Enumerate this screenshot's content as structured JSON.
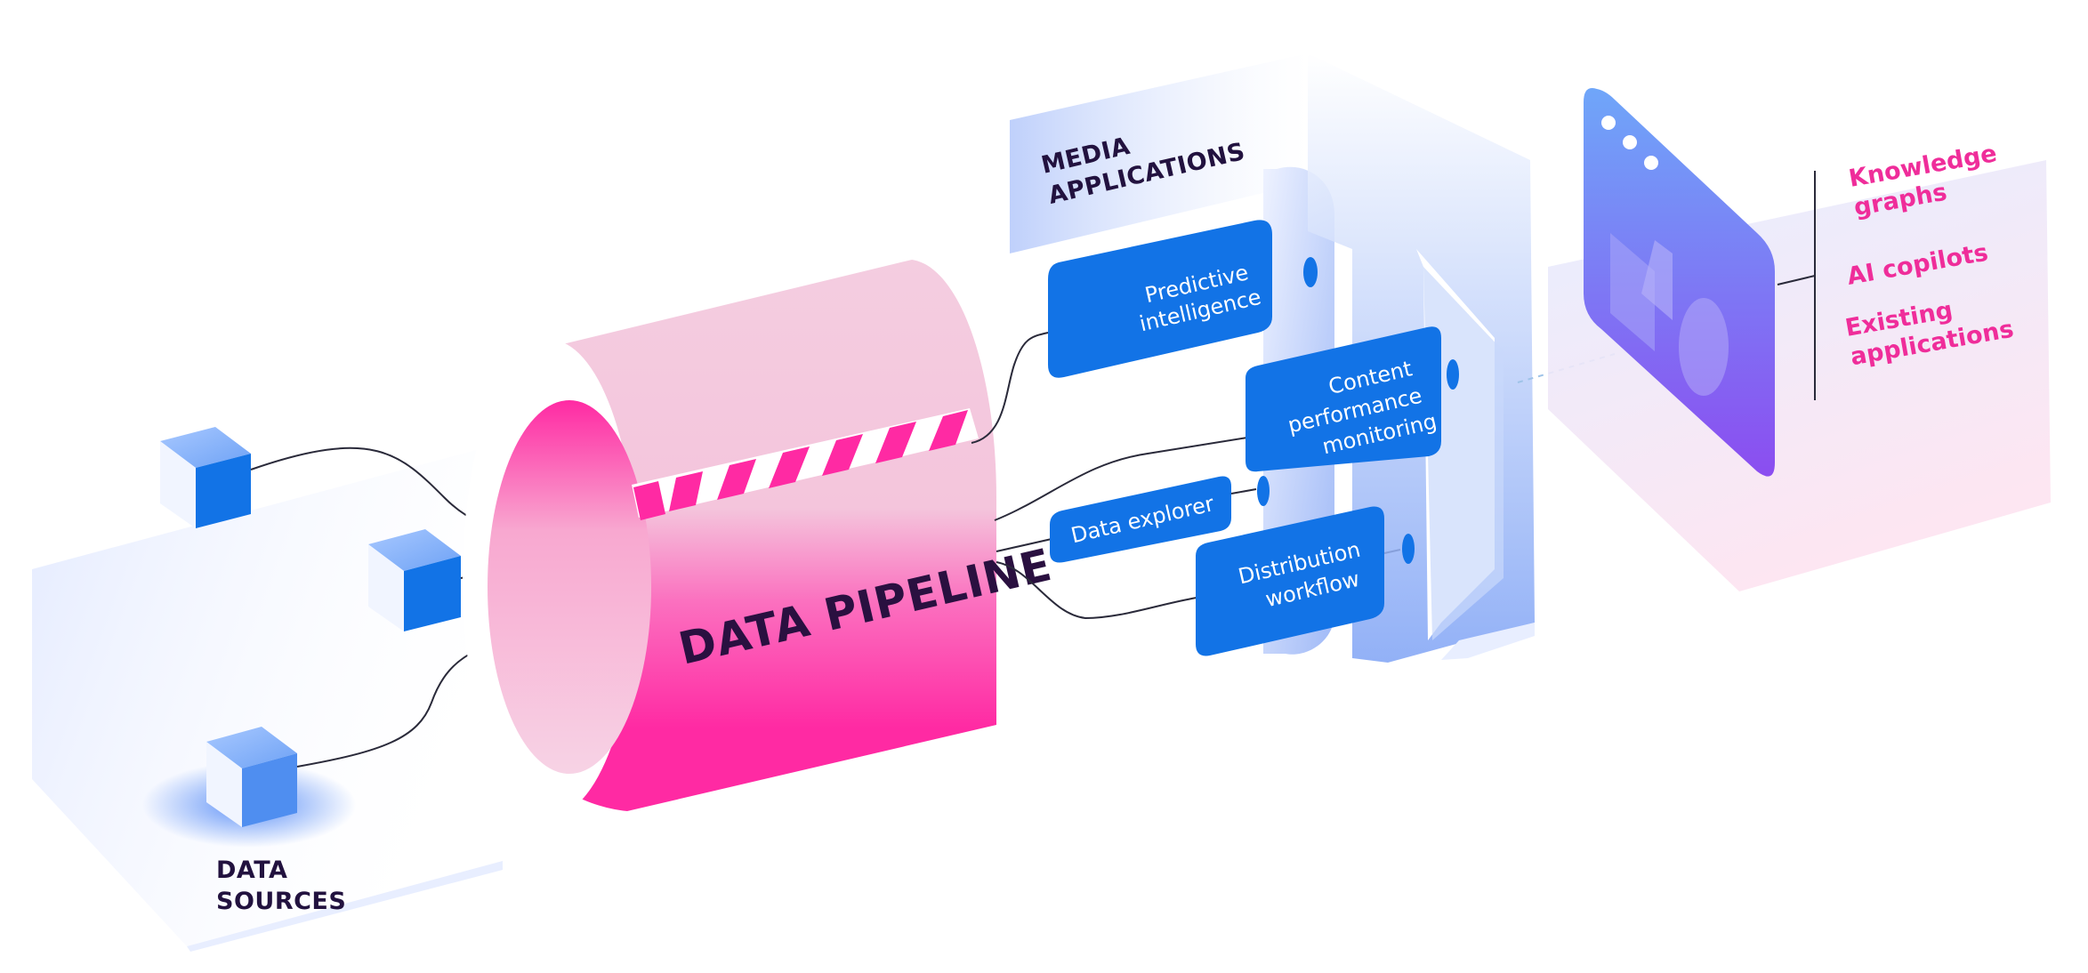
{
  "data_sources": {
    "label_line1": "DATA",
    "label_line2": "SOURCES"
  },
  "pipeline": {
    "label": "DATA PIPELINE"
  },
  "media_applications": {
    "label_line1": "MEDIA",
    "label_line2": "APPLICATIONS",
    "apps": [
      {
        "lines": [
          "Predictive",
          "intelligence"
        ]
      },
      {
        "lines": [
          "Content",
          "performance",
          "monitoring"
        ]
      },
      {
        "lines": [
          "Data explorer"
        ]
      },
      {
        "lines": [
          "Distribution",
          "workflow"
        ]
      }
    ]
  },
  "outputs": {
    "items": [
      {
        "lines": [
          "Knowledge",
          "graphs"
        ]
      },
      {
        "lines": [
          "AI copilots"
        ]
      },
      {
        "lines": [
          "Existing",
          "applications"
        ]
      }
    ]
  },
  "colors": {
    "blue": "#1273e6",
    "pink": "#ff2aa3",
    "pink_light": "#f0c6dc",
    "dark_text": "#22123f",
    "accent_pink_text": "#ef2d9a"
  }
}
